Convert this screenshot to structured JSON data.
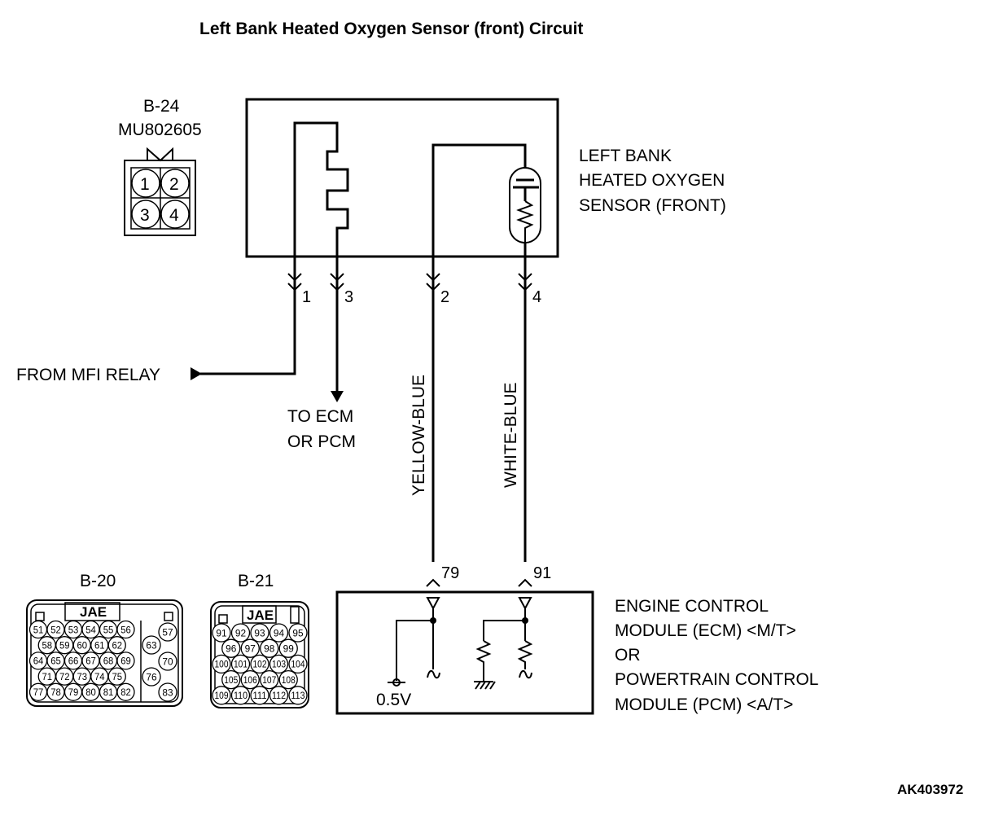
{
  "title": "Left Bank Heated Oxygen Sensor (front) Circuit",
  "figure_code": "AK403972",
  "sensor_connector": {
    "id": "B-24",
    "part_number": "MU802605",
    "pins": [
      "1",
      "2",
      "3",
      "4"
    ]
  },
  "sensor": {
    "label_lines": [
      "LEFT BANK",
      "HEATED OXYGEN",
      "SENSOR (FRONT)"
    ],
    "terminal_labels": [
      "1",
      "3",
      "2",
      "4"
    ]
  },
  "external": {
    "from_relay": "FROM MFI RELAY",
    "to_ecm_lines": [
      "TO ECM",
      "OR PCM"
    ]
  },
  "wires": {
    "left": "YELLOW-BLUE",
    "right": "WHITE-BLUE"
  },
  "ecm": {
    "terminal_labels": [
      "79",
      "91"
    ],
    "voltage": "0.5V",
    "label_lines": [
      "ENGINE CONTROL",
      "MODULE (ECM) <M/T>",
      "OR",
      "POWERTRAIN CONTROL",
      "MODULE (PCM) <A/T>"
    ]
  },
  "connector_b20": {
    "id": "B-20",
    "maker": "JAE",
    "rows": [
      [
        "51",
        "52",
        "53",
        "54",
        "55",
        "56"
      ],
      [
        "58",
        "59",
        "60",
        "61",
        "62"
      ],
      [
        "64",
        "65",
        "66",
        "67",
        "68",
        "69"
      ],
      [
        "71",
        "72",
        "73",
        "74",
        "75"
      ],
      [
        "77",
        "78",
        "79",
        "80",
        "81",
        "82"
      ]
    ],
    "side_pins": [
      "57",
      "63",
      "70",
      "76",
      "83"
    ]
  },
  "connector_b21": {
    "id": "B-21",
    "maker": "JAE",
    "rows": [
      [
        "91",
        "92",
        "93",
        "94",
        "95"
      ],
      [
        "96",
        "97",
        "98",
        "99"
      ],
      [
        "100",
        "101",
        "102",
        "103",
        "104"
      ],
      [
        "105",
        "106",
        "107",
        "108"
      ],
      [
        "109",
        "110",
        "111",
        "112",
        "113"
      ]
    ]
  }
}
